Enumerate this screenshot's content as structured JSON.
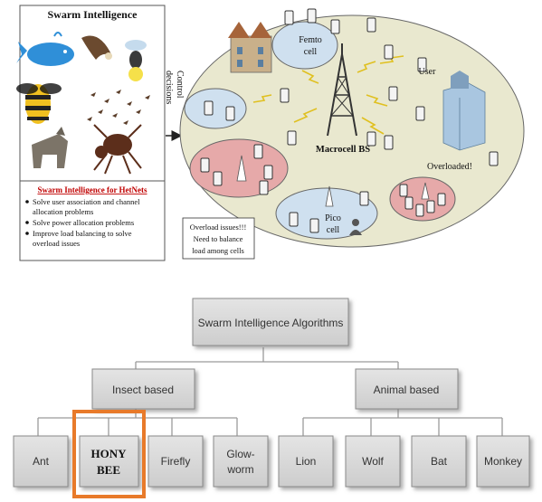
{
  "top_panel": {
    "si_title": "Swarm Intelligence",
    "hetnet_title": "Swarm Intelligence for HetNets",
    "hetnet_bullets": [
      [
        "Solve user association and channel",
        "allocation problems"
      ],
      [
        "Solve power allocation problems"
      ],
      [
        "Improve load balancing to solve",
        "overload issues"
      ]
    ],
    "control_label": [
      "Control",
      "decisions"
    ],
    "femto_label": [
      "Femto",
      "cell"
    ],
    "user_label": "User",
    "macro_label": "Macrocell BS",
    "overloaded_label": "Overloaded!",
    "pico_label": [
      "Pico",
      "cell"
    ],
    "overload_note": [
      "Overload issues!!!",
      "Need to balance",
      "load among cells"
    ]
  },
  "tree": {
    "root": "Swarm Intelligence Algorithms",
    "insect_group": "Insect based",
    "animal_group": "Animal based",
    "insect_leaves": [
      "Ant",
      [
        "HONY",
        "BEE"
      ],
      "Firefly",
      [
        "Glow-",
        "worm"
      ]
    ],
    "animal_leaves": [
      "Lion",
      "Wolf",
      "Bat",
      "Monkey"
    ]
  },
  "colors": {
    "highlight": "#e87a2a",
    "box_fill": "#d6d6d6",
    "cell_ellipse": "#e9e8cf",
    "femto_pico": "#cfe0ef",
    "red_cell": "#e6a9a9",
    "hetnet_title": "#c00000"
  }
}
